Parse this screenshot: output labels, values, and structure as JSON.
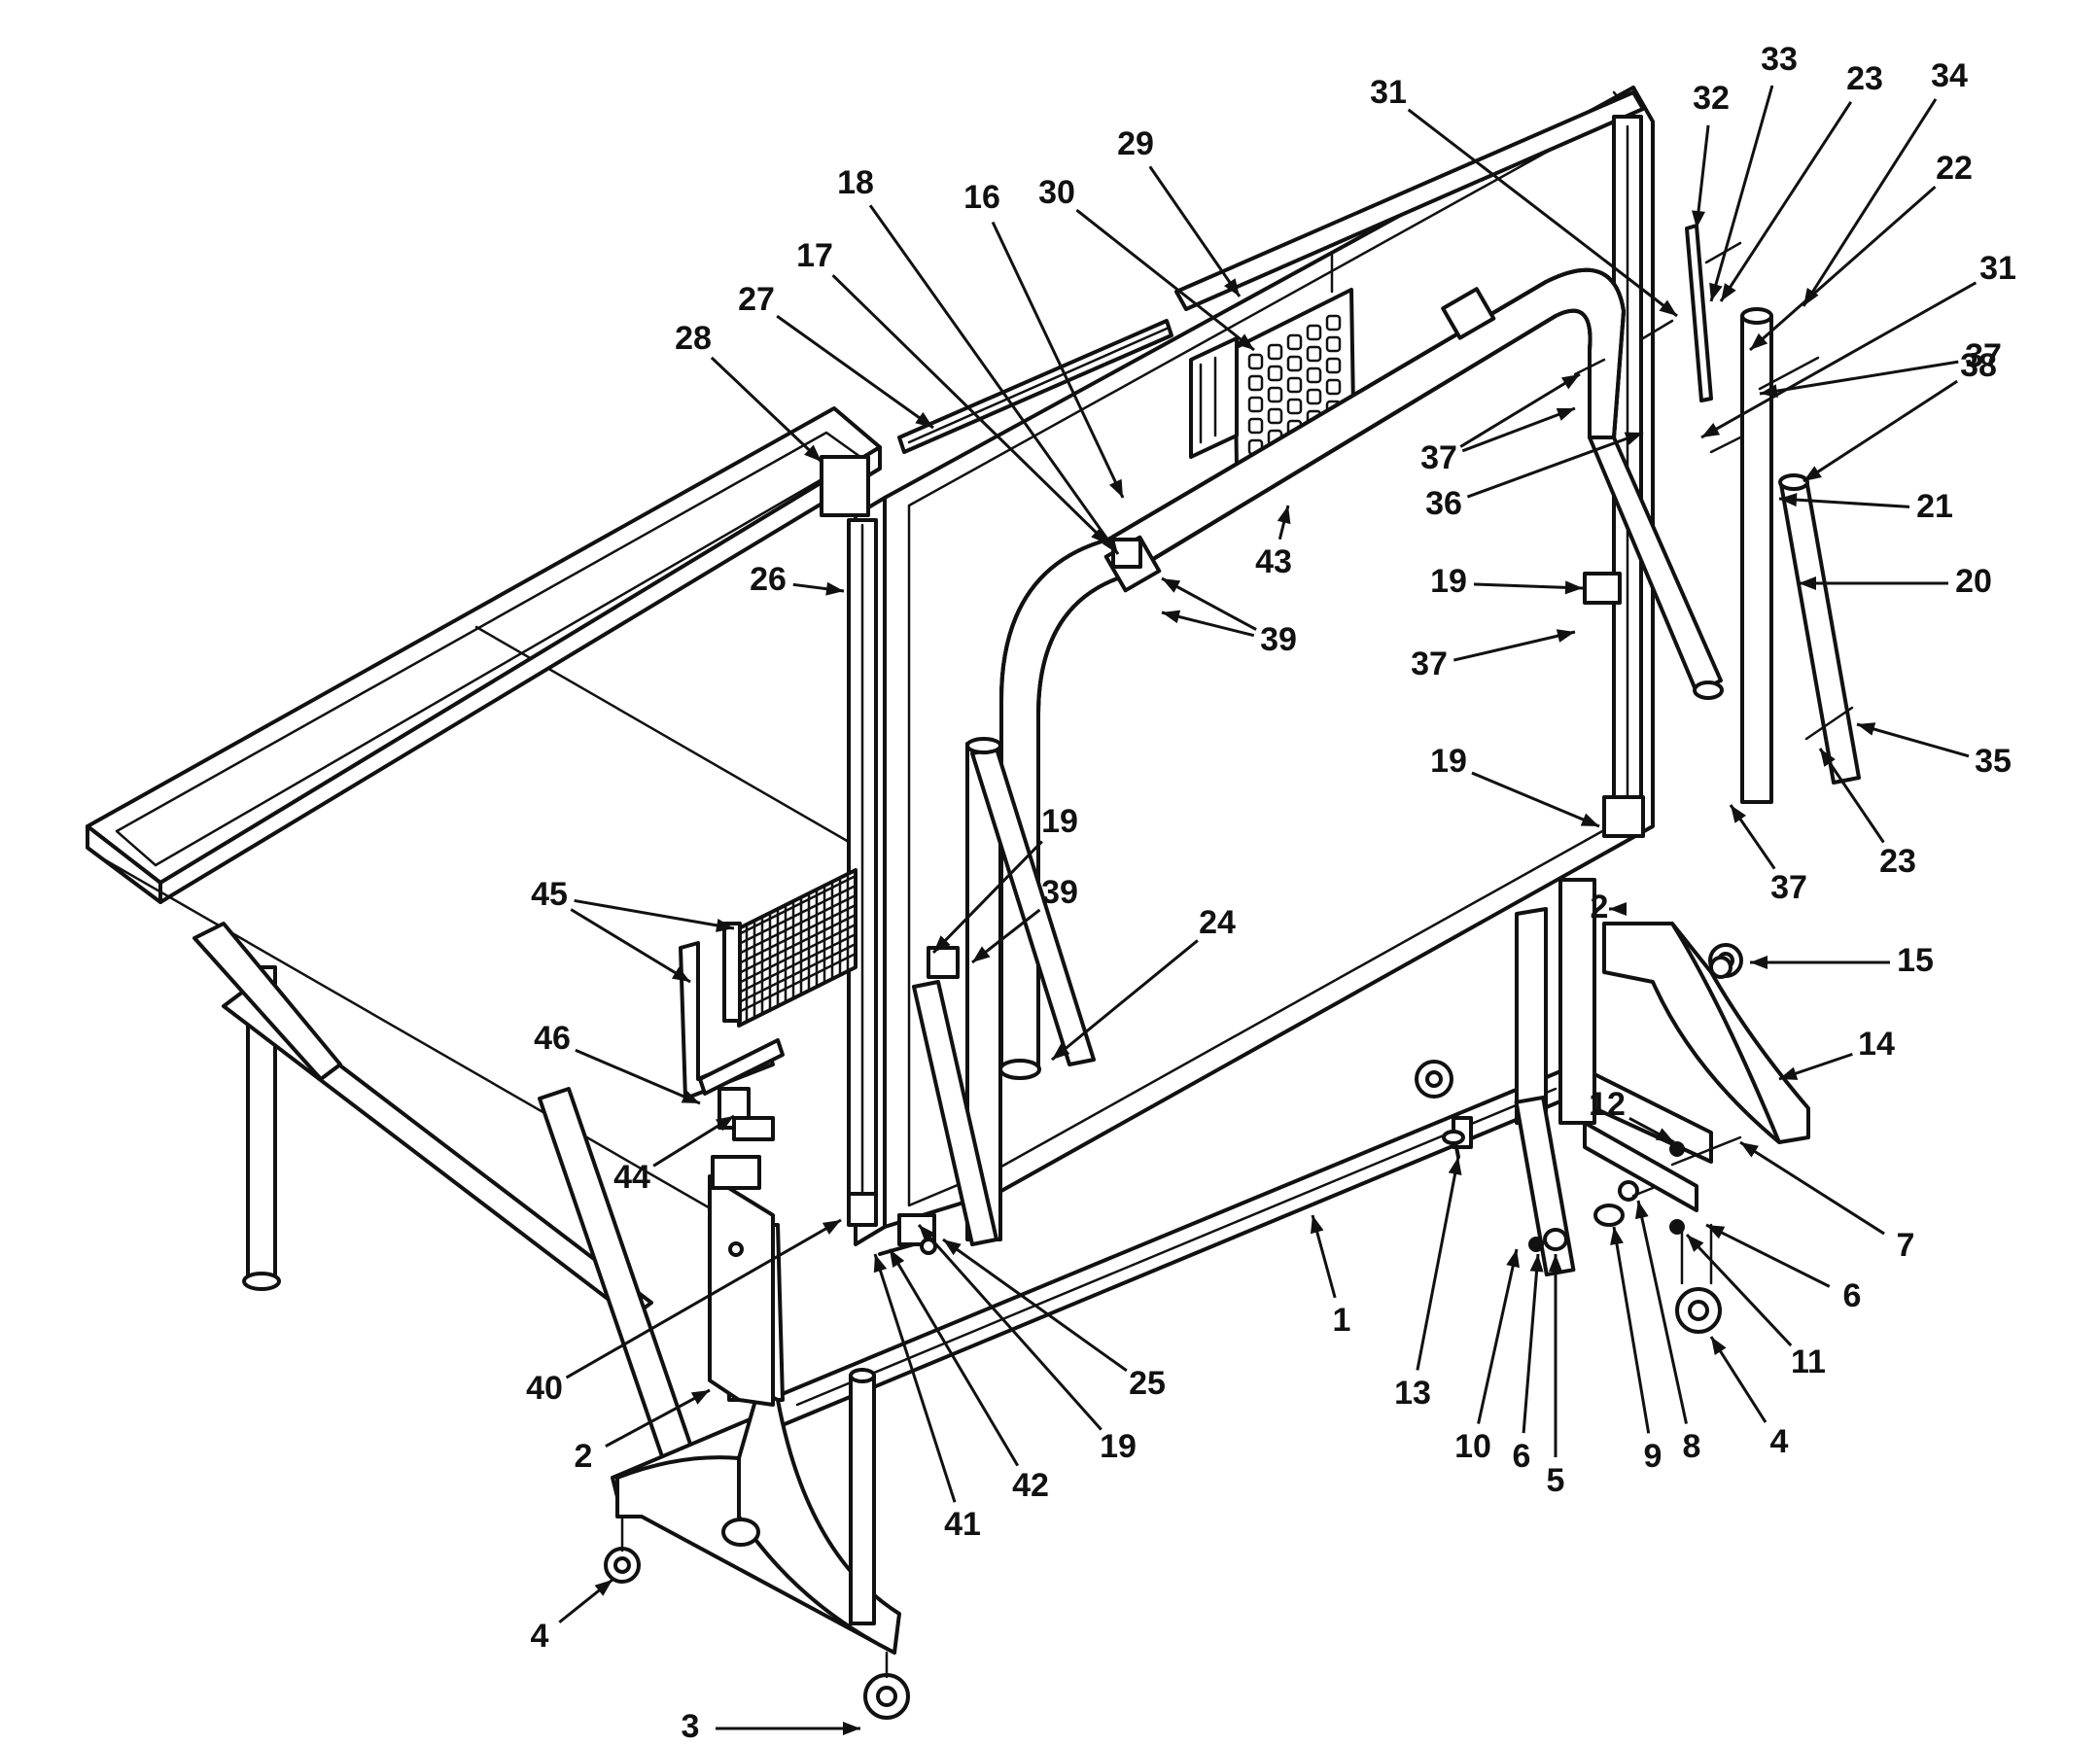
{
  "callouts": [
    {
      "id": "c1",
      "text": "1"
    },
    {
      "id": "c2a",
      "text": "2"
    },
    {
      "id": "c2b",
      "text": "2"
    },
    {
      "id": "c3",
      "text": "3"
    },
    {
      "id": "c4a",
      "text": "4"
    },
    {
      "id": "c4b",
      "text": "4"
    },
    {
      "id": "c5",
      "text": "5"
    },
    {
      "id": "c6a",
      "text": "6"
    },
    {
      "id": "c6b",
      "text": "6"
    },
    {
      "id": "c7",
      "text": "7"
    },
    {
      "id": "c8",
      "text": "8"
    },
    {
      "id": "c9",
      "text": "9"
    },
    {
      "id": "c10",
      "text": "10"
    },
    {
      "id": "c11",
      "text": "11"
    },
    {
      "id": "c12",
      "text": "12"
    },
    {
      "id": "c13",
      "text": "13"
    },
    {
      "id": "c14",
      "text": "14"
    },
    {
      "id": "c15",
      "text": "15"
    },
    {
      "id": "c16",
      "text": "16"
    },
    {
      "id": "c17",
      "text": "17"
    },
    {
      "id": "c18",
      "text": "18"
    },
    {
      "id": "c19a",
      "text": "19"
    },
    {
      "id": "c19b",
      "text": "19"
    },
    {
      "id": "c19c",
      "text": "19"
    },
    {
      "id": "c19d",
      "text": "19"
    },
    {
      "id": "c20",
      "text": "20"
    },
    {
      "id": "c21",
      "text": "21"
    },
    {
      "id": "c22",
      "text": "22"
    },
    {
      "id": "c23a",
      "text": "23"
    },
    {
      "id": "c23b",
      "text": "23"
    },
    {
      "id": "c24",
      "text": "24"
    },
    {
      "id": "c25",
      "text": "25"
    },
    {
      "id": "c26",
      "text": "26"
    },
    {
      "id": "c27",
      "text": "27"
    },
    {
      "id": "c28",
      "text": "28"
    },
    {
      "id": "c29",
      "text": "29"
    },
    {
      "id": "c30",
      "text": "30"
    },
    {
      "id": "c31a",
      "text": "31"
    },
    {
      "id": "c31b",
      "text": "31"
    },
    {
      "id": "c32",
      "text": "32"
    },
    {
      "id": "c33",
      "text": "33"
    },
    {
      "id": "c34",
      "text": "34"
    },
    {
      "id": "c35",
      "text": "35"
    },
    {
      "id": "c36",
      "text": "36"
    },
    {
      "id": "c37a",
      "text": "37"
    },
    {
      "id": "c37b",
      "text": "37"
    },
    {
      "id": "c37c",
      "text": "37"
    },
    {
      "id": "c37d",
      "text": "37"
    },
    {
      "id": "c38",
      "text": "38"
    },
    {
      "id": "c39a",
      "text": "39"
    },
    {
      "id": "c39b",
      "text": "39"
    },
    {
      "id": "c40",
      "text": "40"
    },
    {
      "id": "c41",
      "text": "41"
    },
    {
      "id": "c42",
      "text": "42"
    },
    {
      "id": "c43",
      "text": "43"
    },
    {
      "id": "c44",
      "text": "44"
    },
    {
      "id": "c45",
      "text": "45"
    },
    {
      "id": "c46",
      "text": "46"
    }
  ]
}
